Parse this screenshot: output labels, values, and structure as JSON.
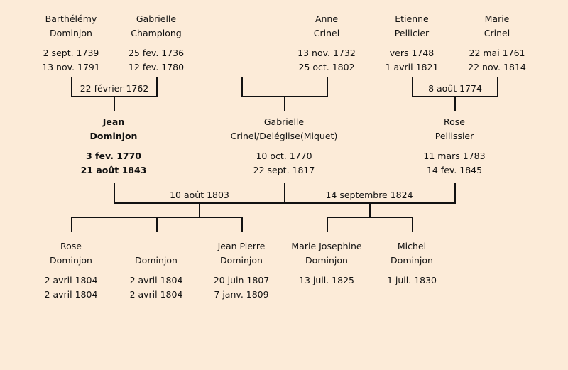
{
  "colors": {
    "background": "#fcebd8",
    "lines": "#111111"
  },
  "generation1": [
    {
      "first": "Barthélémy",
      "last": "Dominjon",
      "birth": "2 sept. 1739",
      "death": "13 nov. 1791"
    },
    {
      "first": "Gabrielle",
      "last": "Champlong",
      "birth": "25 fev. 1736",
      "death": "12 fev. 1780"
    },
    {
      "first": "Anne",
      "last": "Crinel",
      "birth": "13 nov. 1732",
      "death": "25 oct. 1802"
    },
    {
      "first": "Etienne",
      "last": "Pellicier",
      "birth": "vers 1748",
      "death": "1 avril 1821"
    },
    {
      "first": "Marie",
      "last": "Crinel",
      "birth": "22 mai 1761",
      "death": "22 nov. 1814"
    }
  ],
  "generation2": [
    {
      "first": "Jean",
      "last": "Dominjon",
      "birth": "3 fev. 1770",
      "death": "21 août 1843"
    },
    {
      "first": "Gabrielle",
      "last": "Crinel/Deléglise(Miquet)",
      "birth": "10 oct. 1770",
      "death": "22 sept. 1817"
    },
    {
      "first": "Rose",
      "last": "Pellissier",
      "birth": "11 mars 1783",
      "death": "14 fev. 1845"
    }
  ],
  "generation3": [
    {
      "first": "Rose",
      "last": "Dominjon",
      "birth": "2 avril 1804",
      "death": "2 avril 1804"
    },
    {
      "first": "",
      "last": "Dominjon",
      "birth": "2 avril 1804",
      "death": "2 avril 1804"
    },
    {
      "first": "Jean Pierre",
      "last": "Dominjon",
      "birth": "20 juin 1807",
      "death": "7 janv. 1809"
    },
    {
      "first": "Marie Josephine",
      "last": "Dominjon",
      "birth": "13 juil. 1825",
      "death": ""
    },
    {
      "first": "Michel",
      "last": "Dominjon",
      "birth": "1 juil. 1830",
      "death": ""
    }
  ],
  "marriages": [
    "22 février 1762",
    "8 août 1774",
    "10 août 1803",
    "14 septembre 1824"
  ]
}
